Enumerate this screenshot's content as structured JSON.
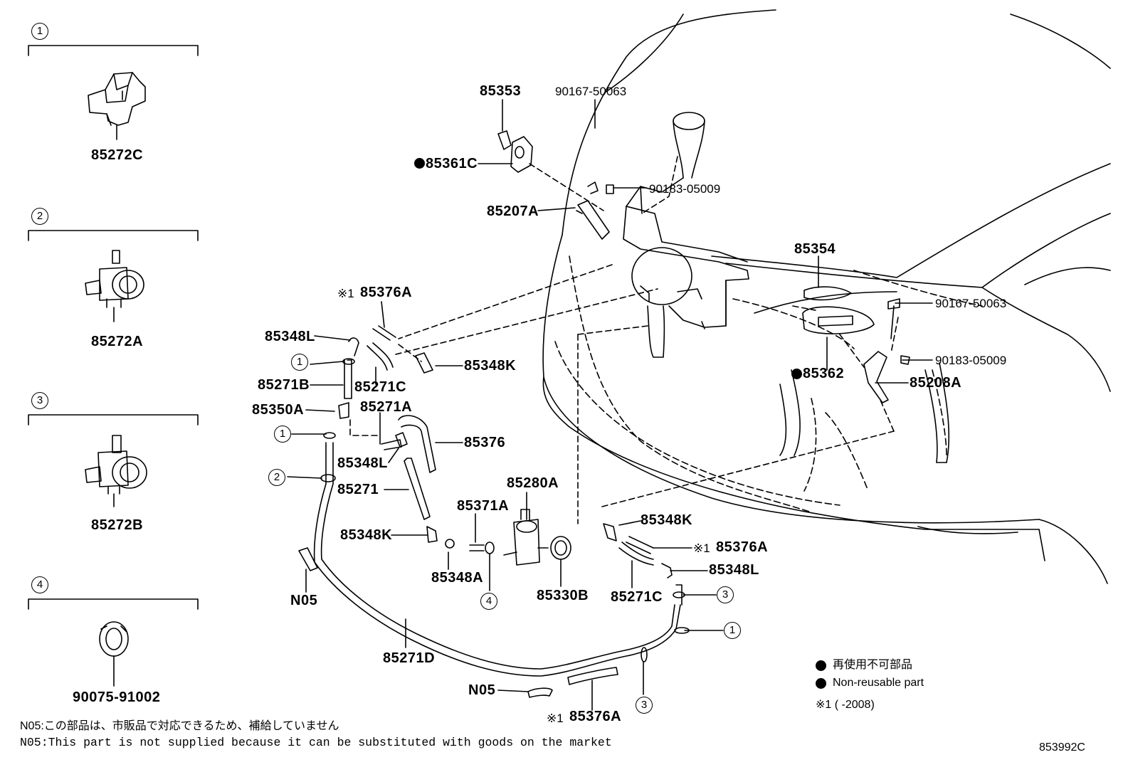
{
  "legend_panels": [
    {
      "marker": "1",
      "part": "85272C"
    },
    {
      "marker": "2",
      "part": "85272A"
    },
    {
      "marker": "3",
      "part": "85272B"
    },
    {
      "marker": "4",
      "part": "90075-91002"
    }
  ],
  "parts": {
    "p85353": "85353",
    "p90167_top": "90167-50063",
    "p85361C": "85361C",
    "p90183_top": "90183-05009",
    "p85207A": "85207A",
    "p85354": "85354",
    "p90167_right": "90167-50063",
    "p90183_right": "90183-05009",
    "p85362": "85362",
    "p85208A": "85208A",
    "p85376A_top": "85376A",
    "p85348L_top": "85348L",
    "p85348K_top": "85348K",
    "p85271B": "85271B",
    "p85271C_top": "85271C",
    "p85350A": "85350A",
    "p85271A": "85271A",
    "p85376": "85376",
    "p85348L_mid": "85348L",
    "p85271": "85271",
    "p85280A": "85280A",
    "p85371A": "85371A",
    "p85348K_mid": "85348K",
    "p85348A": "85348A",
    "p85330B": "85330B",
    "p85348K_right": "85348K",
    "p85376A_right": "85376A",
    "p85348L_right": "85348L",
    "p85271C_right": "85271C",
    "pN05_left": "N05",
    "p85271D": "85271D",
    "pN05_bottom": "N05",
    "p85376A_bottom": "85376A"
  },
  "markers": {
    "m1a": "1",
    "m1b": "1",
    "m2": "2",
    "m4": "4",
    "m3a": "3",
    "m1c": "1",
    "m3b": "3"
  },
  "marks": {
    "asterisk": "※1"
  },
  "legend": {
    "jp": "再使用不可部品",
    "en": "Non-reusable part",
    "asterisk_note": "※1 (     -2008)"
  },
  "notes": {
    "jp": "N05:この部品は、市販品で対応できるため、補給していません",
    "en": "N05:This part is not supplied because it can be substituted with goods on the market"
  },
  "diagram_id": "853992C"
}
